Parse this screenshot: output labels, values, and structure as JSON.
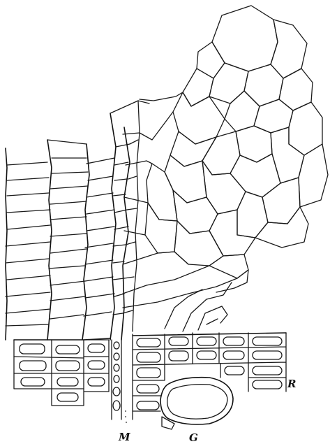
{
  "labels": {
    "r": "R",
    "m": "M",
    "g": "G"
  }
}
